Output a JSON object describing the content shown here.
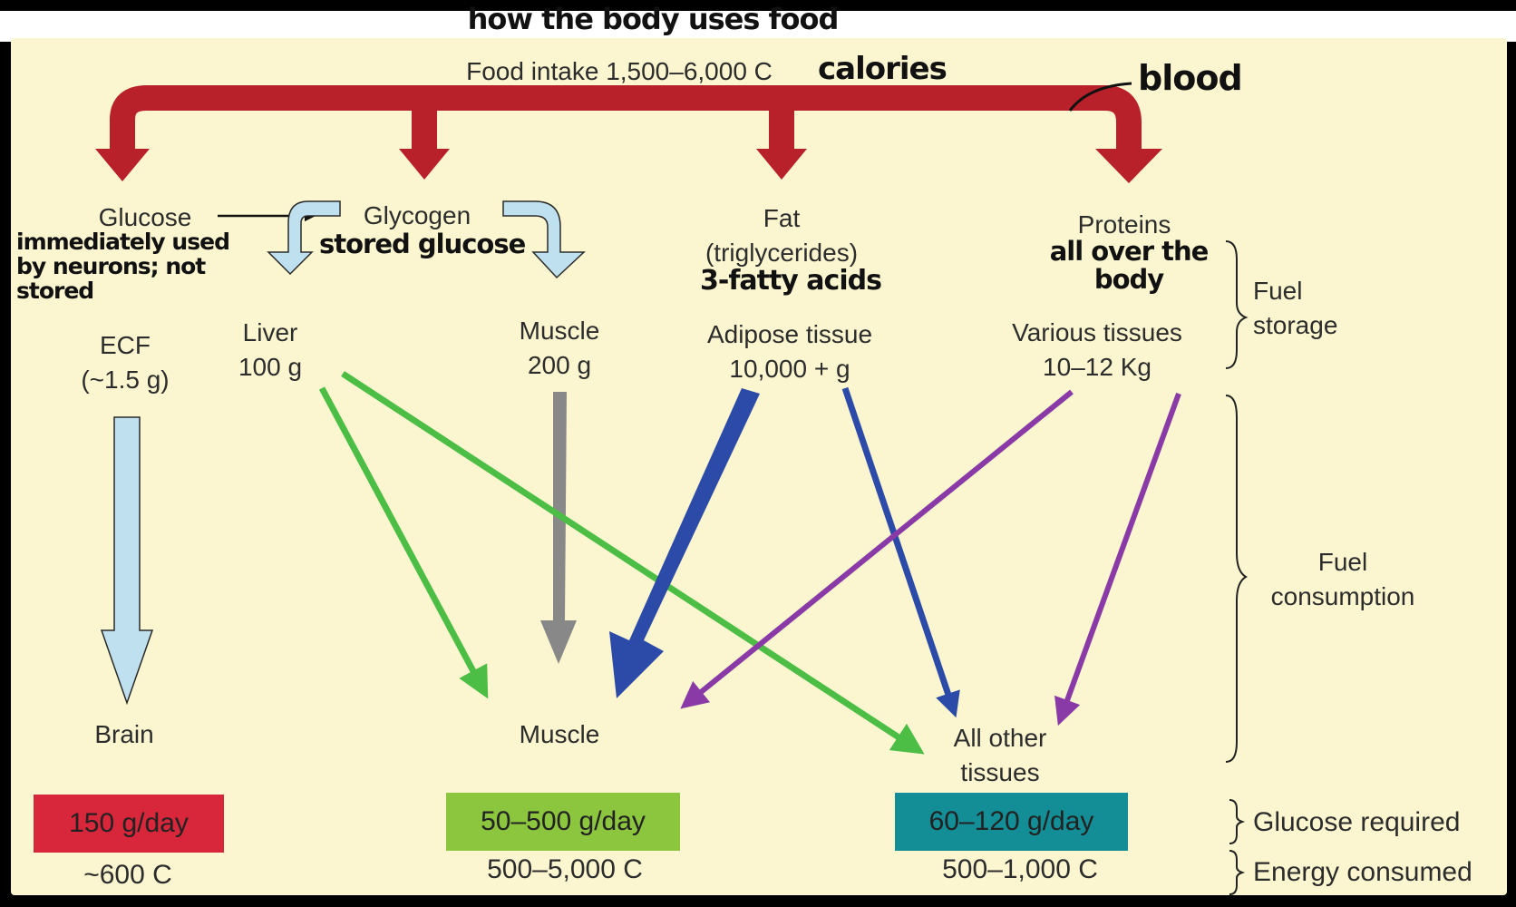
{
  "title_handwritten": "how the body uses food",
  "food_intake": "Food intake 1,500–6,000 C",
  "food_note": "calories",
  "blood_note": "blood",
  "fuel_sources": {
    "glucose": {
      "name": "Glucose",
      "note": "immediately used\nby neurons; not\nstored"
    },
    "glycogen": {
      "name": "Glycogen",
      "note": "stored glucose"
    },
    "fat": {
      "name": "Fat\n(triglycerides)",
      "note": "3-fatty acids"
    },
    "proteins": {
      "name": "Proteins",
      "note": "all over the\nbody"
    }
  },
  "storage": {
    "ecf": "ECF\n(~1.5 g)",
    "liver": "Liver\n100 g",
    "muscle": "Muscle\n200 g",
    "adipose": "Adipose tissue\n10,000 + g",
    "various": "Various tissues\n10–12 Kg"
  },
  "consumers": {
    "brain": "Brain",
    "muscle": "Muscle",
    "other": "All other\ntissues"
  },
  "glucose_required": {
    "brain": "150 g/day",
    "muscle": "50–500 g/day",
    "other": "60–120 g/day"
  },
  "energy_consumed": {
    "brain": "~600 C",
    "muscle": "500–5,000 C",
    "other": "500–1,000 C"
  },
  "brackets": {
    "fuel_storage": "Fuel\nstorage",
    "fuel_consumption": "Fuel\nconsumption",
    "glucose_required": "Glucose required",
    "energy_consumed": "Energy consumed"
  },
  "colors": {
    "background": "#fbf6cf",
    "blood_arrow": "#b8202a",
    "glycogen_arrow": "#bfe0ee",
    "liver_arrow": "#4cbd45",
    "muscle_glycogen_arrow": "#888888",
    "fat_arrow": "#2c4ba8",
    "protein_arrow": "#8a3aa6",
    "brain_box": "#d8263a",
    "muscle_box": "#8cc63f",
    "other_box": "#138d96"
  }
}
